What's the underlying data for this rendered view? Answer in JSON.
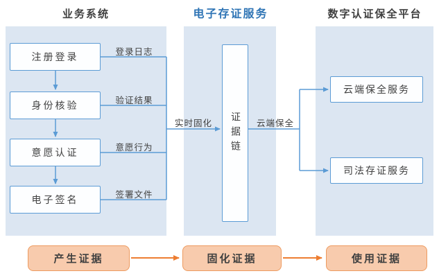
{
  "headers": {
    "left": "业务系统",
    "middle": "电子存证服务",
    "right": "数字认证保全平台"
  },
  "business_system": {
    "steps": [
      {
        "label": "注册登录",
        "output": "登录日志"
      },
      {
        "label": "身份核验",
        "output": "验证结果"
      },
      {
        "label": "意愿认证",
        "output": "意愿行为"
      },
      {
        "label": "电子签名",
        "output": "签署文件"
      }
    ]
  },
  "evidence_chain": {
    "label": "证据链"
  },
  "flow_labels": {
    "to_chain": "实时固化",
    "to_platform": "云端保全"
  },
  "platform_services": [
    {
      "label": "云端保全服务"
    },
    {
      "label": "司法存证服务"
    }
  ],
  "bottom_flow": [
    {
      "label": "产生证据"
    },
    {
      "label": "固化证据"
    },
    {
      "label": "使用证据"
    }
  ],
  "colors": {
    "panel_bg": "#dce6f2",
    "box_border_blue": "#5b9bd5",
    "header_blue": "#2e74b5",
    "bottom_fill": "#f8cbad",
    "bottom_border": "#ed9a5f",
    "arrow_blue": "#5b9bd5",
    "arrow_orange": "#ed7d31",
    "text_dark": "#404040"
  }
}
